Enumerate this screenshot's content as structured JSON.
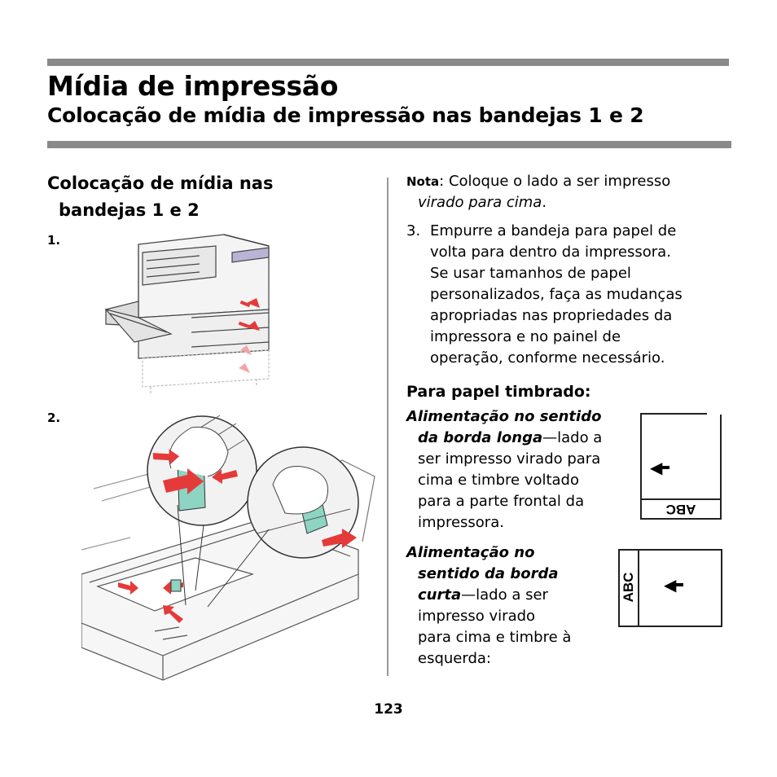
{
  "header": {
    "title": "Mídia de impressão",
    "subtitle": "Colocação de mídia de impressão nas bandejas 1 e 2"
  },
  "left": {
    "heading_line1": "Colocação de mídia nas",
    "heading_line2": "bandejas 1 e 2",
    "step1": "1.",
    "step2": "2."
  },
  "right": {
    "note_label": "Nota",
    "note_text1": ": Coloque o lado a ser impresso",
    "note_text2": "virado para cima",
    "note_text3": ".",
    "step3_num": "3.",
    "step3_lines": [
      "Empurre a bandeja para papel de",
      "volta para dentro da impressora.",
      "Se usar tamanhos de papel",
      "personalizados, faça as mudanças",
      "apropriadas nas propriedades da",
      "impressora e no painel de",
      "operação, conforme necessário."
    ],
    "letterhead_heading": "Para papel timbrado:",
    "long_edge_title_l1": "Alimentação no sentido",
    "long_edge_title_l2": "da borda longa",
    "long_edge_text_l1": "—lado a",
    "long_edge_lines": [
      "ser impresso virado para",
      "cima e timbre voltado",
      "para a parte frontal da",
      "impressora."
    ],
    "short_edge_title_l1": "Alimentação no",
    "short_edge_title_l2": "sentido da borda",
    "short_edge_title_l3": "curta",
    "short_edge_text_l3": "—lado a ser",
    "short_edge_lines": [
      "impresso virado",
      "para cima e timbre à",
      "esquerda:"
    ],
    "abc_label": "ABC"
  },
  "footer": {
    "page_number": "123"
  }
}
